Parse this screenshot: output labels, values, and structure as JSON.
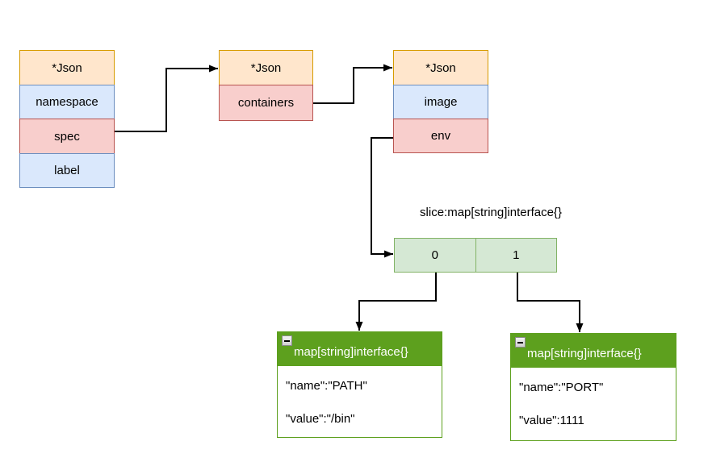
{
  "diagram": {
    "tables": [
      {
        "header": "*Json",
        "rows": [
          {
            "label": "namespace"
          },
          {
            "label": "spec"
          },
          {
            "label": "label"
          }
        ]
      },
      {
        "header": "*Json",
        "rows": [
          {
            "label": "containers"
          }
        ]
      },
      {
        "header": "*Json",
        "rows": [
          {
            "label": "image"
          },
          {
            "label": "env"
          }
        ]
      }
    ],
    "slice": {
      "caption": "slice:map[string]interface{}",
      "cells": [
        "0",
        "1"
      ]
    },
    "maps": [
      {
        "header": "map[string]interface{}",
        "entries": [
          "\"name\":\"PATH\"",
          "\"value\":\"/bin\""
        ]
      },
      {
        "header": "map[string]interface{}",
        "entries": [
          "\"name\":\"PORT\"",
          "\"value\":1111"
        ]
      }
    ]
  },
  "colors": {
    "orange-fill": "#ffe6cc",
    "orange-stroke": "#d79b00",
    "blue-fill": "#dae8fc",
    "blue-stroke": "#6c8ebf",
    "red-fill": "#f8cecc",
    "red-stroke": "#b85450",
    "slice-fill": "#d5e8d4",
    "slice-stroke": "#82b366",
    "map-green": "#5da01e",
    "arrow": "#000000"
  }
}
